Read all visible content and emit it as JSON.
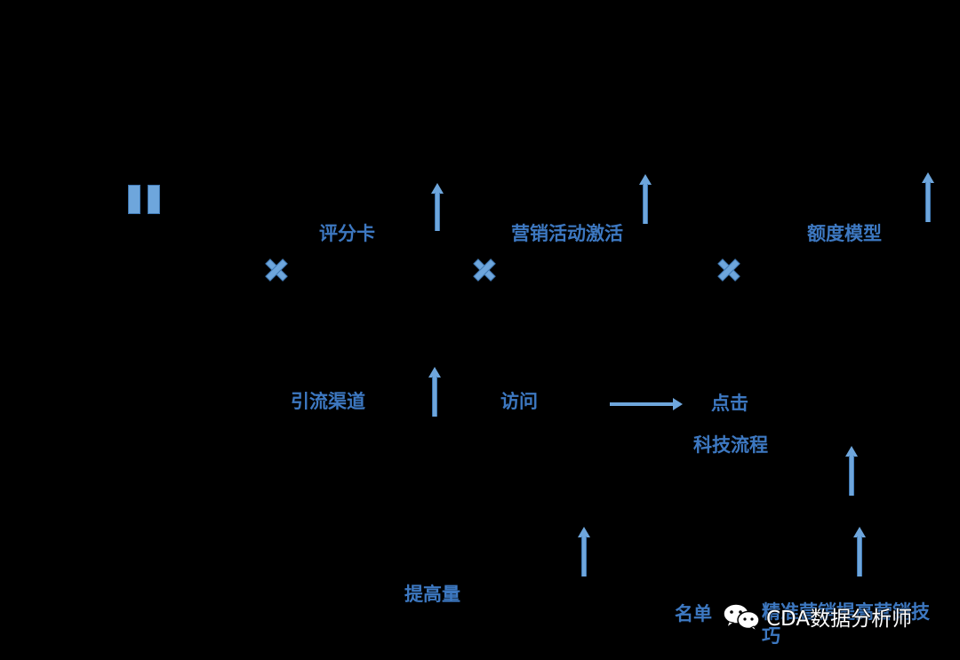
{
  "labels": {
    "scorecard": "评分卡",
    "marketing_activation": "营销活动激活",
    "credit_model": "额度模型",
    "traffic_channel": "引流渠道",
    "visit": "访问",
    "click": "点击",
    "tech_process": "科技流程",
    "increase_volume": "提高量",
    "list": "名单",
    "precision_marketing": "精准营销提高营销技",
    "precision_marketing_line2": "巧"
  },
  "watermark": {
    "text": "CDA数据分析师",
    "icon": "wechat-icon"
  },
  "colors": {
    "background": "#000000",
    "label_text": "#3d78c1",
    "shape_fill": "#6ea6dc",
    "shape_stroke": "#3f78b3",
    "watermark_text": "#ffffff"
  },
  "icons": {
    "equals": "equals-sign-icon",
    "multiply": "multiply-sign-icon",
    "up_arrow": "up-arrow-icon",
    "right_arrow": "right-arrow-icon"
  }
}
